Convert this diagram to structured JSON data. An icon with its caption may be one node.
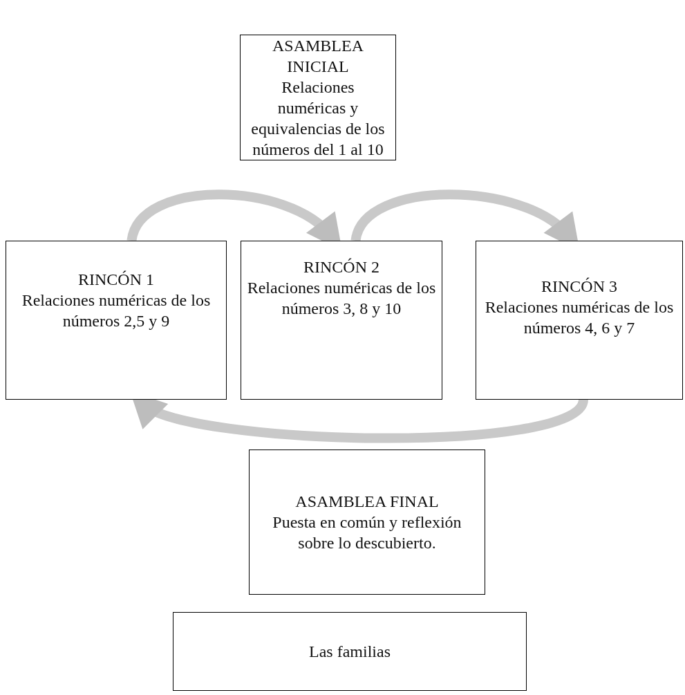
{
  "diagram": {
    "nodes": [
      {
        "text": [
          "ASAMBLEA INICIAL",
          "Relaciones numéricas y equivalencias de los números del 1 al 10"
        ]
      },
      {
        "text": [
          "RINCÓN 1",
          "Relaciones numéricas de los números 2,5 y 9"
        ]
      },
      {
        "text": [
          "RINCÓN 2",
          "Relaciones numéricas de los números 3, 8 y 10"
        ]
      },
      {
        "text": [
          "RINCÓN 3",
          "Relaciones numéricas de los números 4, 6 y 7"
        ]
      },
      {
        "text": [
          "ASAMBLEA FINAL",
          "Puesta en común y reflexión sobre lo descubierto."
        ]
      },
      {
        "text": [
          "Las familias"
        ]
      }
    ],
    "edges": [
      {
        "from": 1,
        "to": 2,
        "arrow": "to"
      },
      {
        "from": 2,
        "to": 3,
        "arrow": "to"
      },
      {
        "from": 3,
        "to": 1,
        "arrow": "to"
      }
    ]
  }
}
